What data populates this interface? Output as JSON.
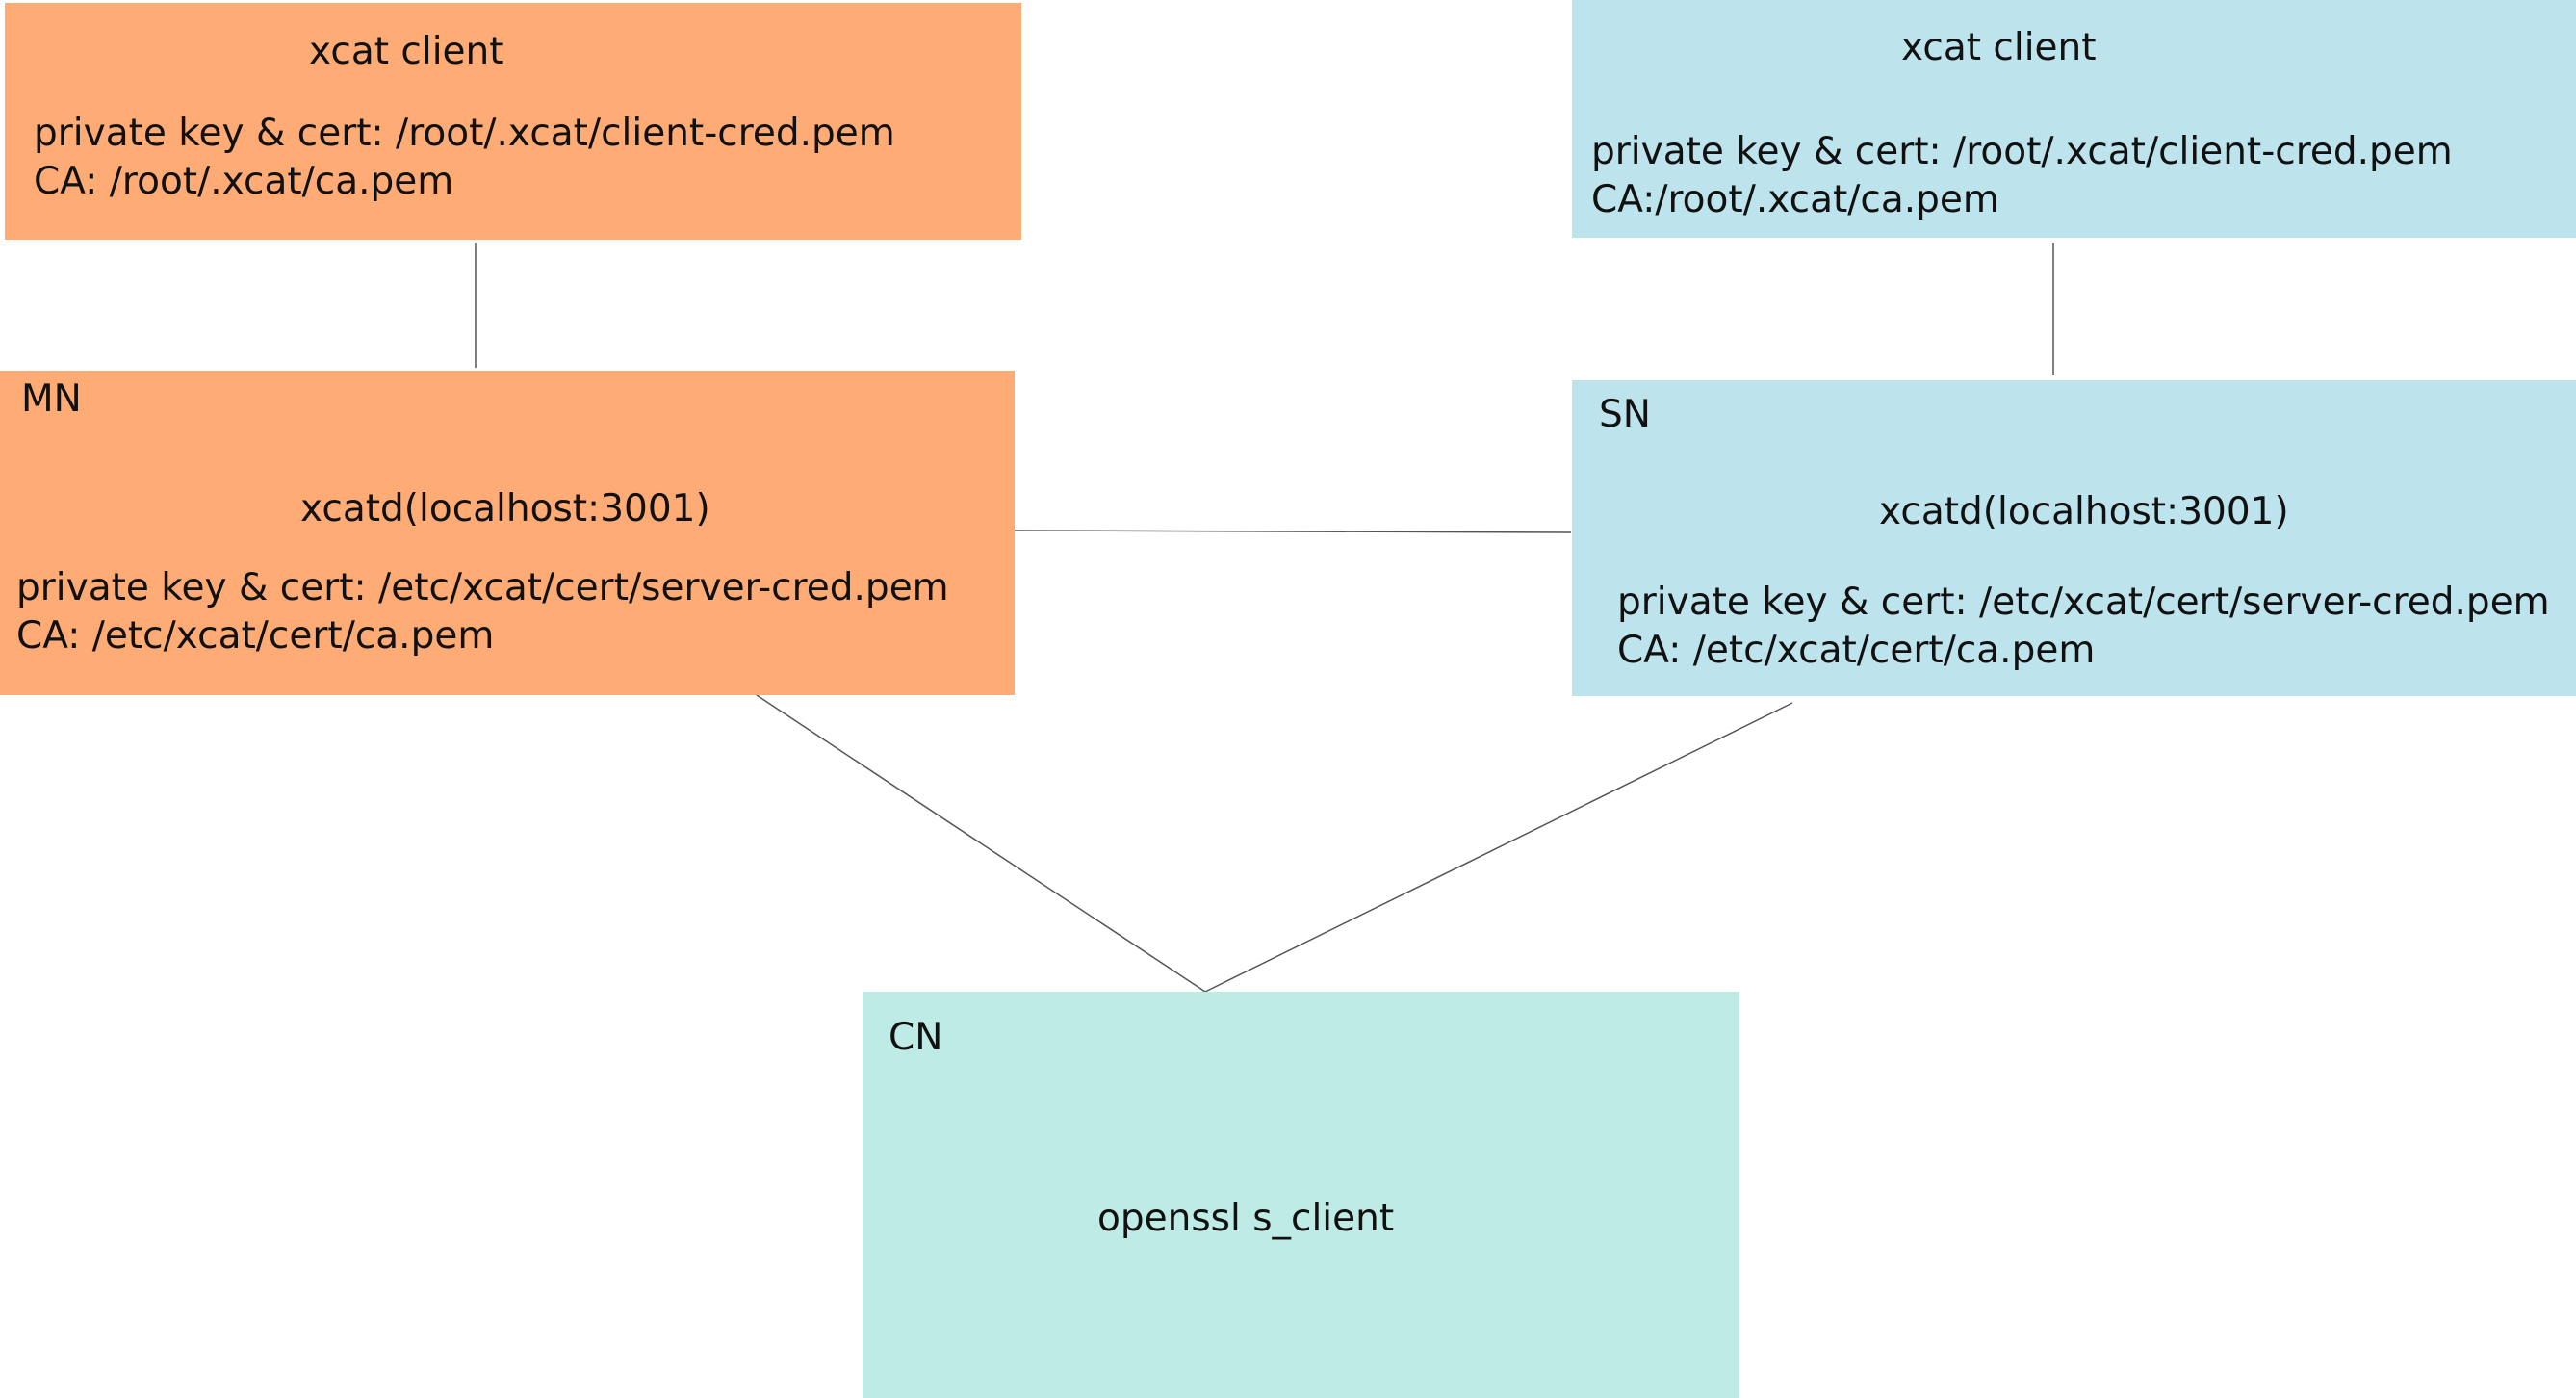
{
  "colors": {
    "mn_side": "#ffab76",
    "sn_side": "#bde3ec",
    "cn": "#beebe5",
    "line": "#555555"
  },
  "mn_client": {
    "title": "xcat client",
    "key_line": "private key & cert: /root/.xcat/client-cred.pem",
    "ca_line": "CA: /root/.xcat/ca.pem"
  },
  "sn_client": {
    "title": "xcat client",
    "key_line": "private key & cert: /root/.xcat/client-cred.pem",
    "ca_line": "CA:/root/.xcat/ca.pem"
  },
  "mn": {
    "label": "MN",
    "daemon": "xcatd(localhost:3001)",
    "key_line": "private key & cert: /etc/xcat/cert/server-cred.pem",
    "ca_line": "CA: /etc/xcat/cert/ca.pem"
  },
  "sn": {
    "label": "SN",
    "daemon": "xcatd(localhost:3001)",
    "key_line": "private key & cert: /etc/xcat/cert/server-cred.pem",
    "ca_line": "CA: /etc/xcat/cert/ca.pem"
  },
  "cn": {
    "label": "CN",
    "program": "openssl s_client"
  }
}
